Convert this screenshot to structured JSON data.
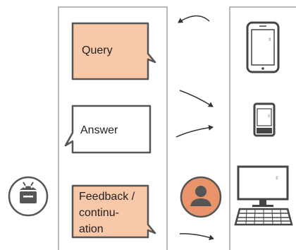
{
  "bubbles": {
    "query": {
      "label": "Query"
    },
    "answer": {
      "label": "Answer"
    },
    "feedback": {
      "lines": [
        "Feedback /",
        "continu-",
        "ation"
      ]
    }
  },
  "icons": {
    "robot": "robot-icon",
    "user": "user-icon",
    "tablet": "tablet-icon",
    "phone": "phone-icon",
    "desktop": "desktop-computer-icon"
  },
  "colors": {
    "bubble_fill": "#f8c8a8",
    "outline": "#555555",
    "user_fill": "#e8936a",
    "panel_border": "#888888"
  }
}
